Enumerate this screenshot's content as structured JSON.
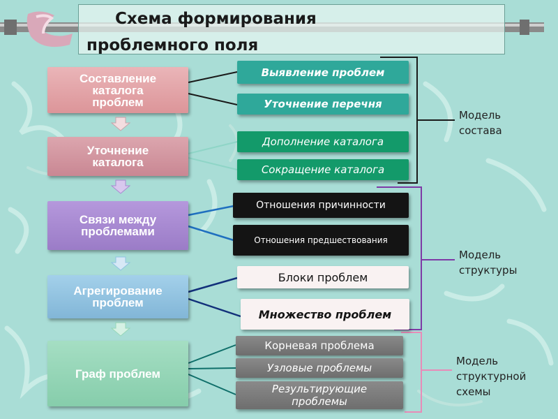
{
  "title": {
    "line1": "Схема формирования",
    "line2": "проблемного поля"
  },
  "steps": [
    {
      "lines": [
        "Составление",
        "каталога",
        "проблем"
      ]
    },
    {
      "lines": [
        "Уточнение",
        "каталога"
      ]
    },
    {
      "lines": [
        "Связи между",
        "проблемами"
      ]
    },
    {
      "lines": [
        "Агрегирование",
        "проблем"
      ]
    },
    {
      "lines": [
        "Граф  проблем"
      ]
    }
  ],
  "items": [
    {
      "text": "Выявление проблем"
    },
    {
      "text": "Уточнение перечня"
    },
    {
      "text": "Дополнение каталога"
    },
    {
      "text": "Сокращение каталога"
    },
    {
      "text": "Отношения причинности"
    },
    {
      "text": "Отношения предшествования"
    },
    {
      "text": "Блоки проблем"
    },
    {
      "text": "Множество проблем"
    },
    {
      "text": "Корневая проблема"
    },
    {
      "text": "Узловые проблемы"
    },
    {
      "text": "Результирующие проблемы"
    }
  ],
  "groups": [
    {
      "lines": [
        "Модель",
        "состава"
      ]
    },
    {
      "lines": [
        "Модель",
        "структуры"
      ]
    },
    {
      "lines": [
        "Модель",
        "структурной",
        "схемы"
      ]
    }
  ],
  "colors": {
    "background": "#a9ddd6",
    "step_top": "#e6a7aa",
    "step_uto": "#d497a1",
    "step_svyazi": "#a98bd2",
    "step_agreg": "#8fc3e1",
    "step_graf": "#96d7b8",
    "teal_chip": "#2fa89a",
    "green_chip": "#139a6a",
    "black_chip": "#141414",
    "pink_chip": "#f9f2f2",
    "gray_chip": "#7d7d7d",
    "bracket_purple": "#7e3aa6",
    "bracket_pink": "#e88bb8"
  },
  "decor": {
    "pipe_icon": "pipe-icon",
    "arrow_icon": "down-arrow-icon"
  }
}
